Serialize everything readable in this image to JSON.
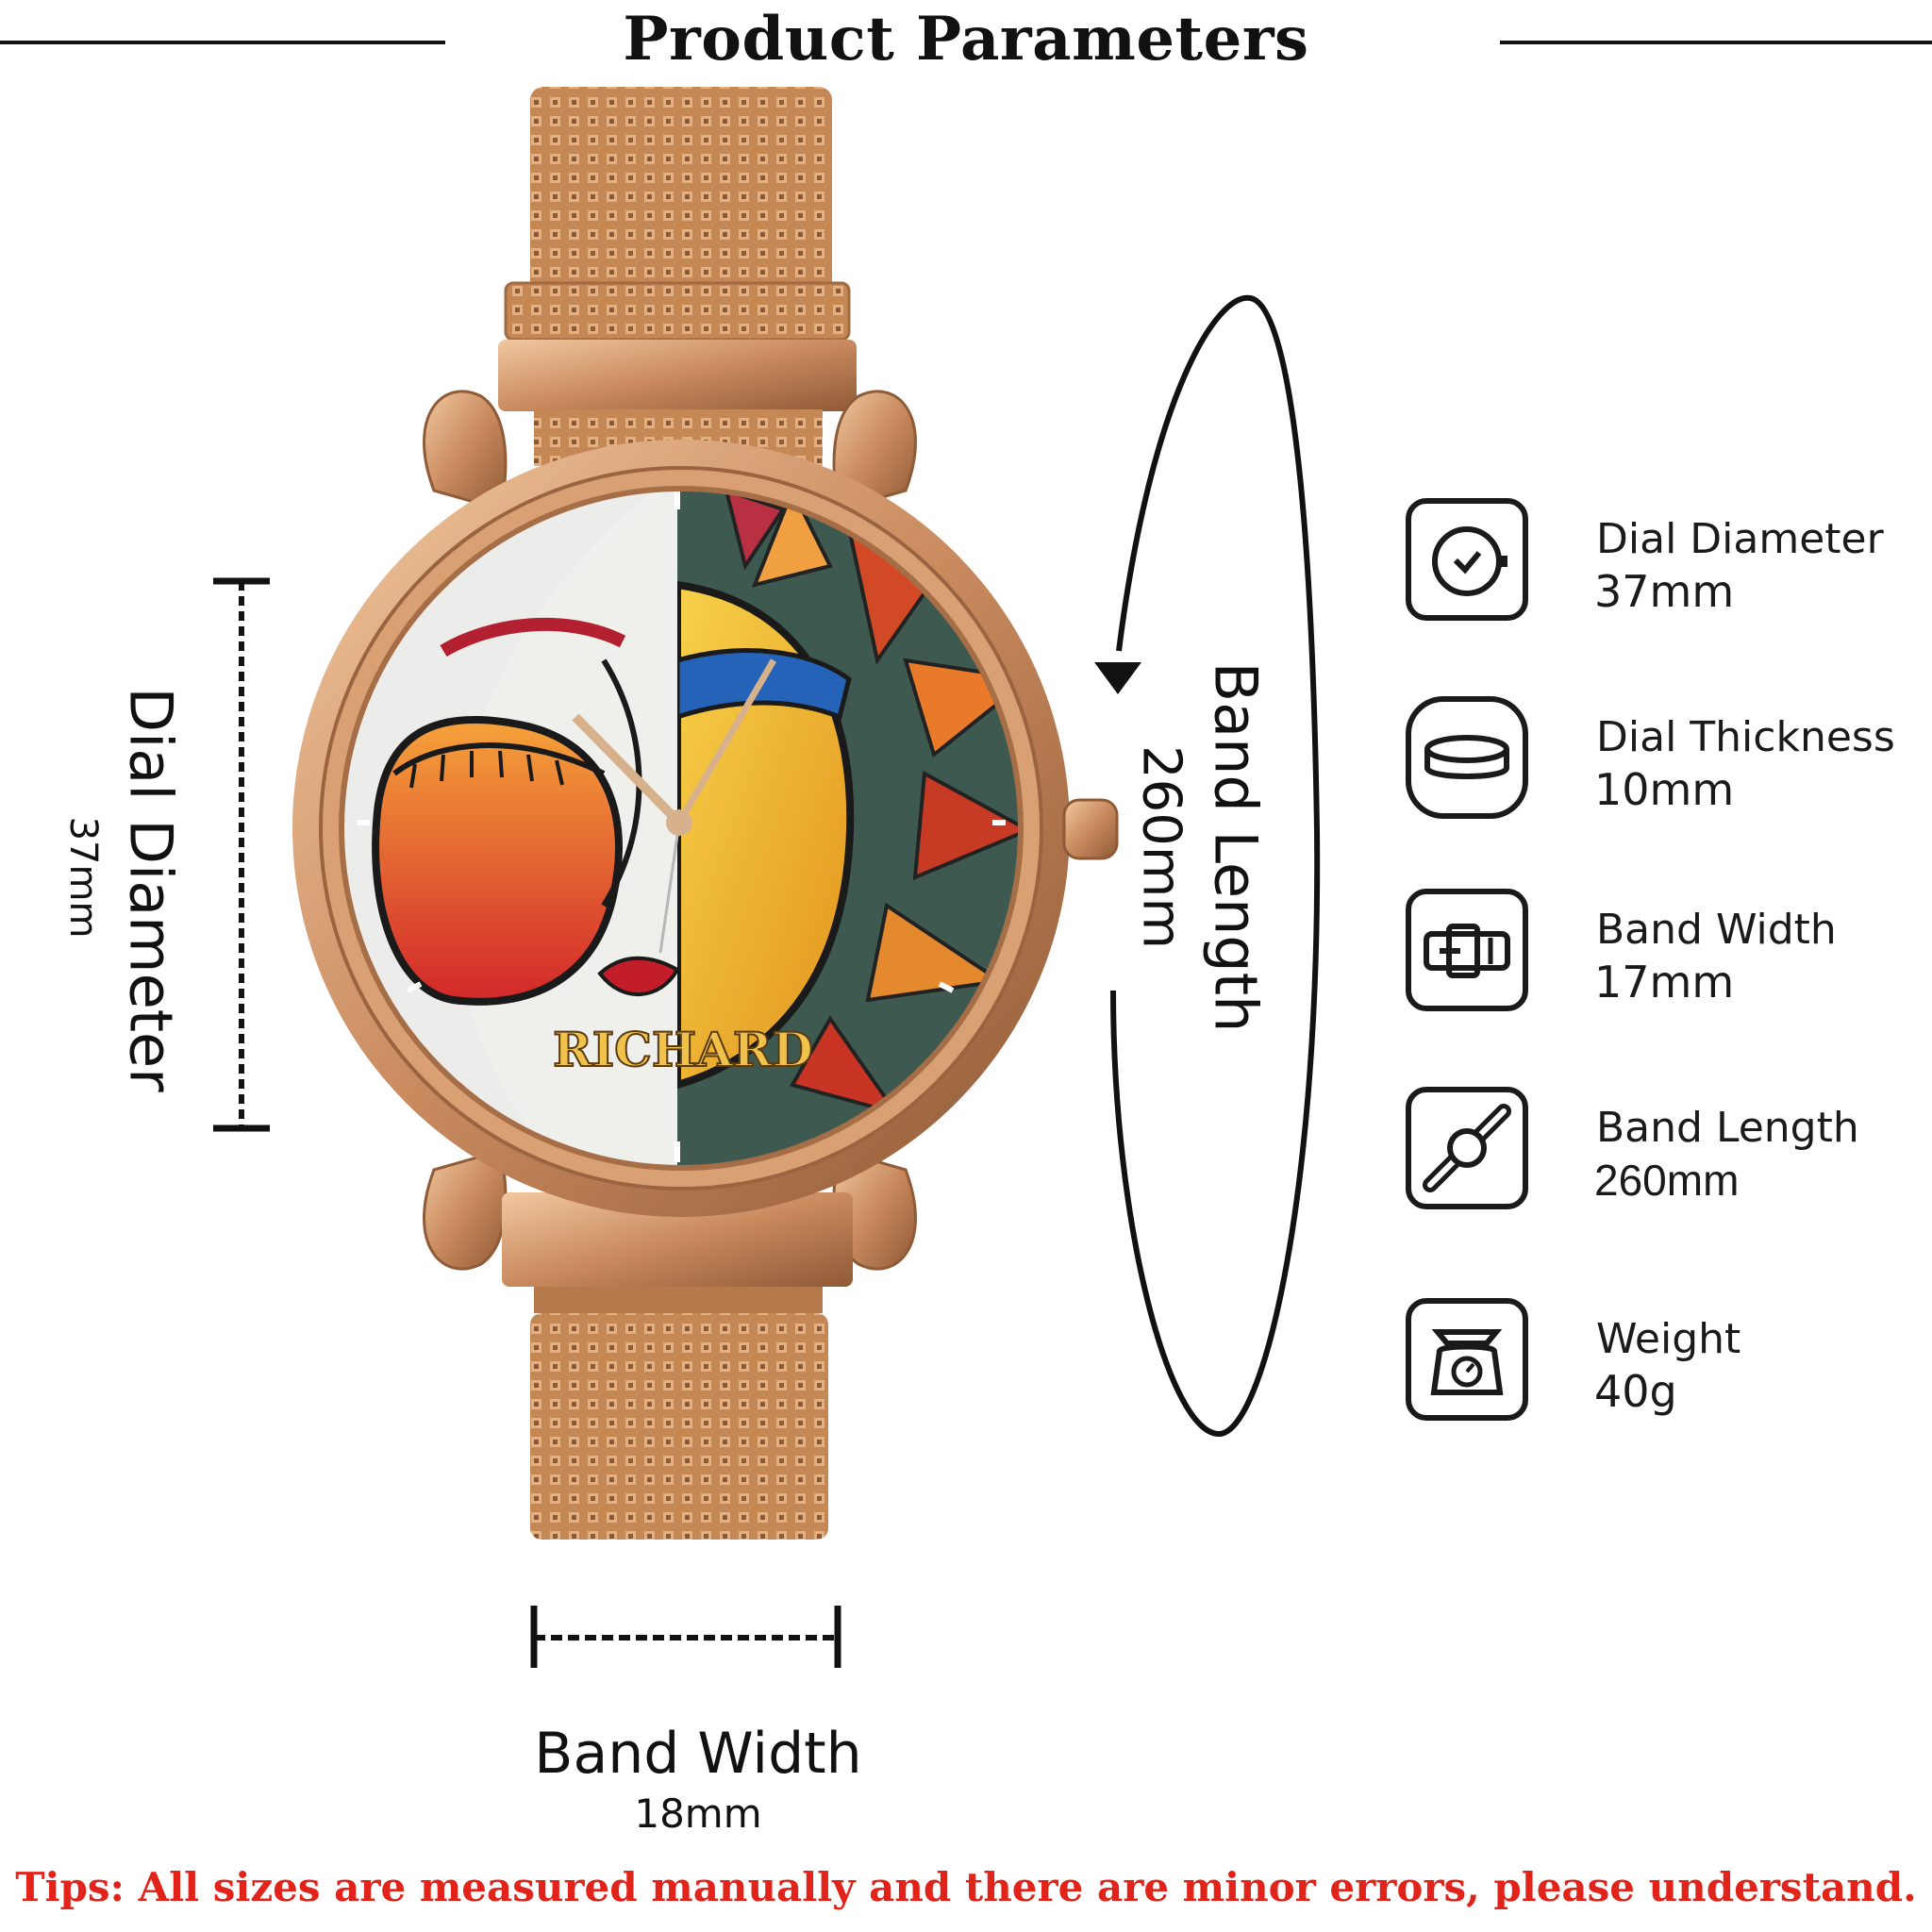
{
  "header": {
    "title": "Product Parameters"
  },
  "watch": {
    "name_on_dial": "RICHARD"
  },
  "dimensions": {
    "dial_diameter": {
      "label": "Dial Diameter",
      "value": "37mm"
    },
    "band_length": {
      "label": "Band Length",
      "value": "260mm"
    },
    "band_width": {
      "label": "Band Width",
      "value": "18mm"
    }
  },
  "specs": [
    {
      "icon": "clock-icon",
      "name": "Dial Diameter",
      "value": "37mm"
    },
    {
      "icon": "dial-thickness-icon",
      "name": "Dial Thickness",
      "value": "10mm"
    },
    {
      "icon": "band-buckle-icon",
      "name": "Band Width",
      "value": "17mm"
    },
    {
      "icon": "band-length-icon",
      "name": "Band Length",
      "value": "260mm"
    },
    {
      "icon": "scale-icon",
      "name": "Weight",
      "value": "40g"
    }
  ],
  "footer": {
    "tip": "Tips: All sizes are measured manually and there are minor errors, please understand."
  },
  "colors": {
    "rose_gold": "#c98a5e",
    "tip_red": "#e2231a",
    "ink": "#111111"
  }
}
